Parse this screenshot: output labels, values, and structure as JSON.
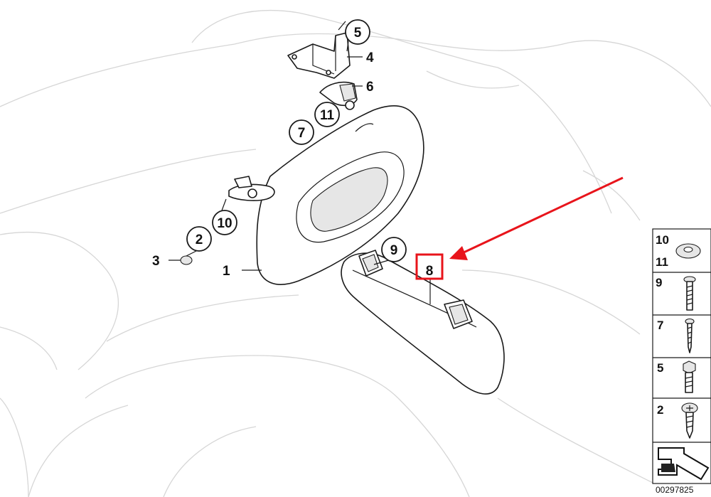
{
  "diagram": {
    "callouts": [
      "5",
      "4",
      "6",
      "11",
      "7",
      "10",
      "2",
      "3",
      "1",
      "9",
      "8"
    ],
    "highlighted_callout": "8",
    "highlight_color": "#e8141b",
    "legend": {
      "rows": [
        {
          "labels": [
            "10",
            "11"
          ],
          "icon": "washer-icon"
        },
        {
          "labels": [
            "9"
          ],
          "icon": "screw-icon"
        },
        {
          "labels": [
            "7"
          ],
          "icon": "pointed-screw-icon"
        },
        {
          "labels": [
            "5"
          ],
          "icon": "hex-bolt-icon"
        },
        {
          "labels": [
            "2"
          ],
          "icon": "phillips-screw-icon"
        }
      ],
      "footer_icon": "arrow-icon"
    },
    "catalog_id": "00297825"
  }
}
